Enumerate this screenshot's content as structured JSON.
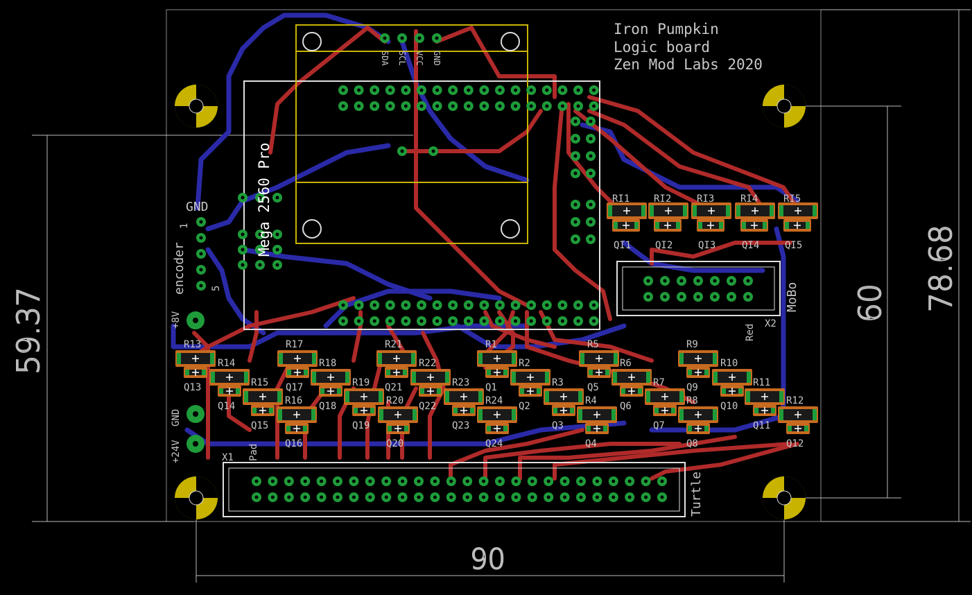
{
  "title_lines": [
    "Iron Pumpkin",
    "Logic board",
    "Zen Mod Labs 2020"
  ],
  "dimensions": {
    "width": "90",
    "height_left": "59.37",
    "height_right_inner": "60",
    "height_right_outer": "78.68"
  },
  "module_label": "Mega 2560 Pro",
  "rc_labels": [
    "SDA",
    "SCL",
    "VCC",
    "GND"
  ],
  "connectors": {
    "gnd": "GND",
    "encoder": "encoder",
    "encoder_pin1": "1",
    "encoder_pin5": "5",
    "plus8v": "+8V",
    "gnd2": "GND",
    "plus24v": "+24V",
    "pad": "Pad",
    "x1": "X1",
    "turtle": "Turtle",
    "mobo": "MoBo",
    "x2": "X2",
    "red": "Red"
  },
  "ri_labels": [
    "RI1",
    "RI2",
    "RI3",
    "RI4",
    "RI5"
  ],
  "qi_labels": [
    "QI1",
    "QI2",
    "QI3",
    "QI4",
    "QI5"
  ],
  "resistors": {
    "row1": [
      "R13",
      "R17",
      "R21",
      "R1",
      "R5",
      "R9"
    ],
    "row2": [
      "R14",
      "R18",
      "R22",
      "R2",
      "R6",
      "R10"
    ],
    "row3": [
      "R15",
      "R19",
      "R23",
      "R3",
      "R7",
      "R11"
    ],
    "row4": [
      "R16",
      "R20",
      "R24",
      "R4",
      "R8",
      "R12"
    ]
  },
  "transistors": {
    "row1": [
      "Q13",
      "Q17",
      "Q21",
      "Q1",
      "Q5",
      "Q9"
    ],
    "row2": [
      "Q14",
      "Q18",
      "Q22",
      "Q2",
      "Q6",
      "Q10"
    ],
    "row3": [
      "Q15",
      "Q19",
      "Q23",
      "Q3",
      "Q7",
      "Q11"
    ],
    "row4": [
      "Q16",
      "Q20",
      "Q24",
      "Q4",
      "Q8",
      "Q12"
    ]
  },
  "colors": {
    "background": "#000000",
    "top_copper": "#b02a2a",
    "bottom_copper": "#2a2aa8",
    "silkscreen": "#e0e0e0",
    "pad": "#1e9c3a",
    "smd_pad": "#c86a20",
    "drill_ring": "#c8b400",
    "dimension": "#bdbdbd"
  }
}
